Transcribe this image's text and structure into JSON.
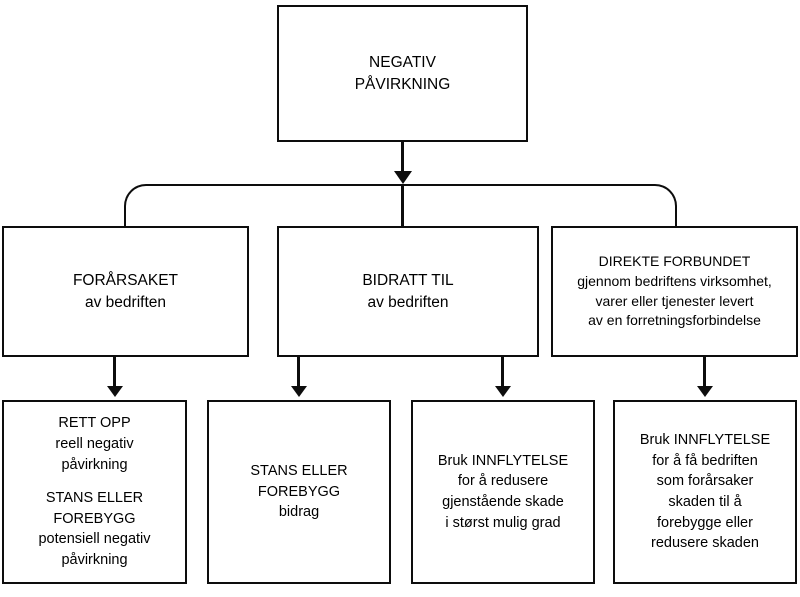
{
  "diagram": {
    "title_node": {
      "id": "negative-impact",
      "lines": [
        "NEGATIV",
        "PÅVIRKNING"
      ]
    },
    "categories": [
      {
        "id": "caused-by",
        "lines": [
          "FORÅRSAKET",
          "av bedriften"
        ]
      },
      {
        "id": "contributed-to",
        "lines": [
          "BIDRATT TIL",
          "av bedriften"
        ]
      },
      {
        "id": "directly-linked",
        "lines": [
          "DIREKTE FORBUNDET",
          "gjennom bedriftens virksomhet,",
          "varer eller tjenester levert",
          "av en forretningsforbindelse"
        ]
      }
    ],
    "actions": [
      {
        "id": "correct-and-prevent",
        "groups": [
          [
            "RETT OPP",
            "reell negativ",
            "påvirkning"
          ],
          [
            "STANS ELLER",
            "FOREBYGG",
            "potensiell negativ",
            "påvirkning"
          ]
        ]
      },
      {
        "id": "stop-or-prevent-contribution",
        "groups": [
          [
            "STANS ELLER",
            "FOREBYGG",
            "bidrag"
          ]
        ]
      },
      {
        "id": "use-leverage-remaining-harm",
        "groups": [
          [
            "Bruk  INNFLYTELSE",
            "for å redusere",
            "gjenstående skade",
            "i størst mulig grad"
          ]
        ]
      },
      {
        "id": "use-leverage-causing-party",
        "groups": [
          [
            "Bruk  INNFLYTELSE",
            "for å få bedriften",
            "som forårsaker",
            "skaden til å",
            "forebygge eller",
            "redusere skaden"
          ]
        ]
      }
    ],
    "colors": {
      "border": "#0d0d0d",
      "background": "#ffffff",
      "text": "#000000"
    }
  }
}
